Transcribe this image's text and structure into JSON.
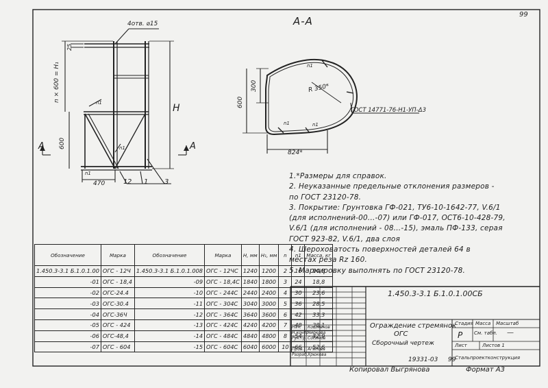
{
  "page_number": "99",
  "section_label": "А-А",
  "front_view": {
    "hole_callout": "4отв. ⌀15",
    "dim_25": "25",
    "dim_height_series": "n × 600 = H₁",
    "dim_600": "600",
    "dim_H": "H",
    "dim_470": "470",
    "dim_n1": "n1",
    "radius_n1_a": "n1",
    "radius_n1_b": "n1",
    "section_mark_left": "А",
    "section_mark_right": "А",
    "leaders": [
      "1",
      "2",
      "1",
      "3"
    ]
  },
  "section_view": {
    "dim_300": "300",
    "dim_600": "600",
    "dim_radius": "R 350*",
    "dim_824": "824*",
    "weld_callout": "ГОСТ 14771-76-Н1-УП-Δ3",
    "labels_n1": [
      "n1",
      "n1",
      "n1"
    ]
  },
  "notes": [
    "1.*Размеры для справок.",
    "2. Неуказанные предельные отклонения размеров -",
    "   по  ГОСТ 23120-78.",
    "3. Покрытие: Грунтовка ГФ-021, ТУ6-10-1642-77, V.6/1",
    "(для исполнений-00...-07) или ГФ-017, ОСТ6-10-428-79,",
    "V.6/1 (для исполнений - 08...-15), эмаль ПФ-133, серая",
    "ГОСТ 923-82, V.6/1, два слоя",
    "4. Шероховатость поверхностей деталей 64 в",
    "    местах реза Rz 160.",
    "5. Маркировку выполнять по ГОСТ 23120-78."
  ],
  "spec_table": {
    "headers": [
      "Обозначение",
      "Марка",
      "Обозначение",
      "Марка",
      "H, мм",
      "H₁, мм",
      "n",
      "n1",
      "Масса, кг"
    ],
    "rows": [
      [
        "1.450.3-3.1  Б.1.0.1.00",
        "ОГС - 12Ч",
        "1.450.3-3.1  Б.1.0.1.008",
        "ОГС - 12ЧС",
        "1240",
        "1200",
        "2",
        "16",
        "14,8"
      ],
      [
        "-01",
        "ОГС - 18,4",
        "-09",
        "ОГС - 18,4С",
        "1840",
        "1800",
        "3",
        "24",
        "18,8"
      ],
      [
        "-02",
        "ОГС-24.4",
        "-10",
        "ОГС - 244С",
        "2440",
        "2400",
        "4",
        "30",
        "23,6"
      ],
      [
        "-03",
        "ОГС-30.4",
        "-11",
        "ОГС - 304С",
        "3040",
        "3000",
        "5",
        "36",
        "28,5"
      ],
      [
        "-04",
        "ОГС-36Ч",
        "-12",
        "ОГС - 364С",
        "3640",
        "3600",
        "6",
        "42",
        "33,3"
      ],
      [
        "-05",
        "ОГС - 424",
        "-13",
        "ОГС - 424С",
        "4240",
        "4200",
        "7",
        "48",
        "38,1"
      ],
      [
        "-06",
        "ОГС-48,4",
        "-14",
        "ОГС - 484С",
        "4840",
        "4800",
        "8",
        "54",
        "42,9"
      ],
      [
        "-07",
        "ОГС - 604",
        "-15",
        "ОГС - 604С",
        "6040",
        "6000",
        "10",
        "66",
        "52,6"
      ]
    ]
  },
  "title_block": {
    "designation": "1.450.3-3.1   Б.1.0.1.00СБ",
    "name_line1": "Ограждение стремянок",
    "name_line2": "ОГС",
    "name_line3": "Сборочный чертеж",
    "stage_label": "Стадия",
    "mass_label": "Масса",
    "scale_label": "Масштаб",
    "stage_value": "Р",
    "mass_value": "См. табл.",
    "scale_value": "—",
    "sheet_label": "Лист",
    "sheets_label": "Листов 1",
    "org": "Стальпроектконструкция",
    "signers": [
      [
        "Нач.",
        "Кошманов"
      ],
      [
        "Н.контр.",
        "Чиркова"
      ],
      [
        "Рук.гр.",
        "Сосинов"
      ],
      [
        "Пров.",
        "Агапова"
      ],
      [
        "Разраб.",
        "Хрюкова"
      ]
    ]
  },
  "footer": {
    "archive_no": "19331-03",
    "page_no": "99",
    "copied_by": "Копировал  Выгрянова",
    "format": "Формат  А3"
  }
}
